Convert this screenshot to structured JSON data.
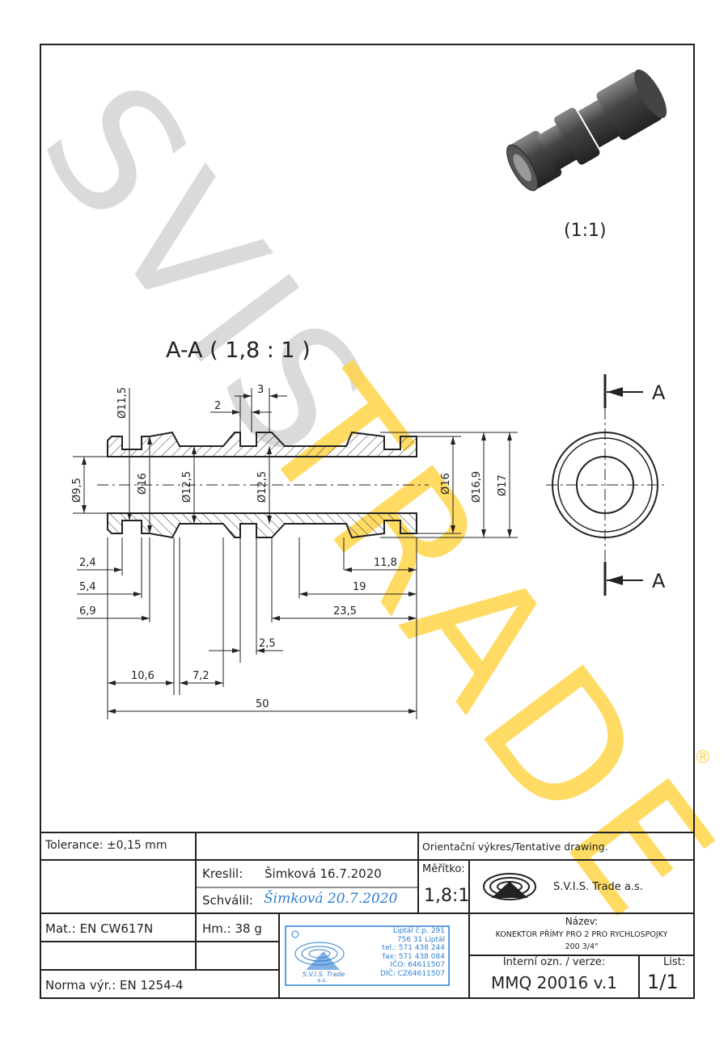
{
  "watermark": {
    "left": "SVIS",
    "right": "TRADE",
    "registered": "®"
  },
  "render_view": {
    "scale_label": "(1:1)"
  },
  "section": {
    "title": "A-A ( 1,8 : 1 )",
    "cut_label_top": "A",
    "cut_label_bottom": "A"
  },
  "dimensions": {
    "d11_5": "Ø11,5",
    "d9_5": "Ø9,5",
    "d16_left": "Ø16",
    "d12_5_a": "Ø12,5",
    "d12_5_b": "Ø12,5",
    "d16_right": "Ø16",
    "d16_9": "Ø16,9",
    "d17": "Ø17",
    "w2": "2",
    "w3": "3",
    "l2_4": "2,4",
    "l5_4": "5,4",
    "l6_9": "6,9",
    "l11_8": "11,8",
    "l19": "19",
    "l23_5": "23,5",
    "l2_5": "2,5",
    "l10_6": "10,6",
    "l7_2": "7,2",
    "l50": "50"
  },
  "title_block": {
    "tolerance": "Tolerance: ±0,15 mm",
    "tentative": "Orientační výkres/Tentative drawing.",
    "drawn_label": "Kreslil:",
    "drawn_value": "Šimková 16.7.2020",
    "approved_label": "Schválil:",
    "approved_signature": "Šimková 20.7.2020",
    "scale_label": "Měřítko:",
    "scale_value": "1,8:1",
    "company": "S.V.I.S. Trade a.s.",
    "material": "Mat.: EN CW617N",
    "mass": "Hm.: 38 g",
    "name_label": "Název:",
    "name_line1": "KONEKTOR PŘÍMY PRO 2 PRO RYCHLOSPOJKY",
    "name_line2": "200 3/4\"",
    "internal_label": "Interní ozn. / verze:",
    "internal_value": "MMQ 20016 v.1",
    "sheet_label": "List:",
    "sheet_value": "1/1",
    "standard": "Norma výr.: EN 1254-4"
  },
  "stamp": {
    "company": "S.V.I.S. Trade",
    "company_suffix": "a.s.",
    "address1": "Liptál č.p. 291",
    "address2": "756 31 Liptál",
    "tel": "tel.: 571 438 244",
    "fax": "fax: 571 438 084",
    "ico": "IČO: 64611507",
    "dic": "DIČ: CZ64611507",
    "color": "#2f7fd0"
  }
}
